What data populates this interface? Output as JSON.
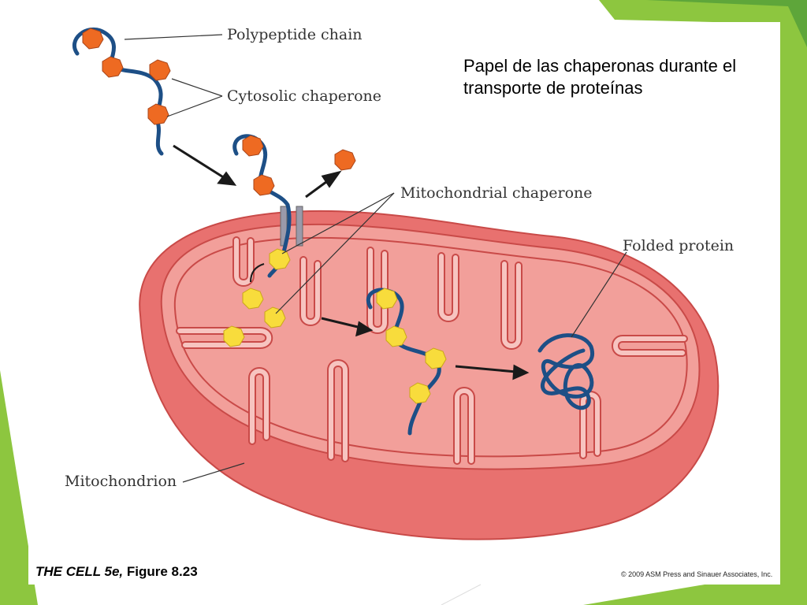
{
  "slide": {
    "title_line1": "Papel de las chaperonas durante el",
    "title_line2": "transporte de proteínas",
    "accent_color": "#8dc63f"
  },
  "figure": {
    "labels": {
      "polypeptide_chain": "Polypeptide chain",
      "cytosolic_chaperone": "Cytosolic chaperone",
      "mitochondrial_chaperone": "Mitochondrial chaperone",
      "folded_protein": "Folded protein",
      "mitochondrion": "Mitochondrion"
    },
    "colors": {
      "polypeptide": "#2a6fb0",
      "cytosolic_chaperone": "#ee6a22",
      "mitochondrial_chaperone": "#f8dc3c",
      "outer_membrane": "#e8716f",
      "matrix": "#f29f9a",
      "membrane_edge": "#c94a48"
    }
  },
  "caption": {
    "book": "THE CELL 5e,",
    "figure": "Figure 8.23"
  },
  "copyright": "© 2009 ASM Press and Sinauer Associates, Inc."
}
